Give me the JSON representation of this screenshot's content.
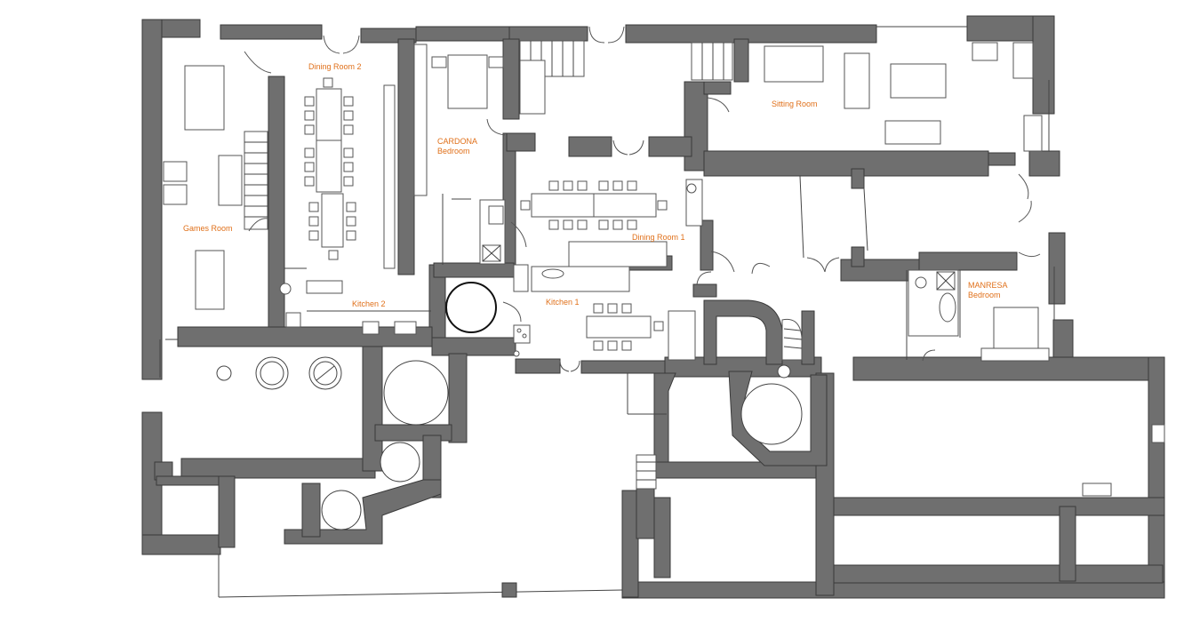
{
  "rooms": {
    "games_room": "Games Room",
    "dining_room_2": "Dining Room 2",
    "kitchen_2": "Kitchen 2",
    "cardona_line1": "CARDONA",
    "cardona_line2": "Bedroom",
    "dining_room_1": "Dining Room 1",
    "kitchen_1": "Kitchen 1",
    "sitting_room": "Sitting Room",
    "manresa_line1": "MANRESA",
    "manresa_line2": "Bedroom"
  },
  "colors": {
    "label": "#e0701a",
    "wall": "#6f6f6f"
  }
}
